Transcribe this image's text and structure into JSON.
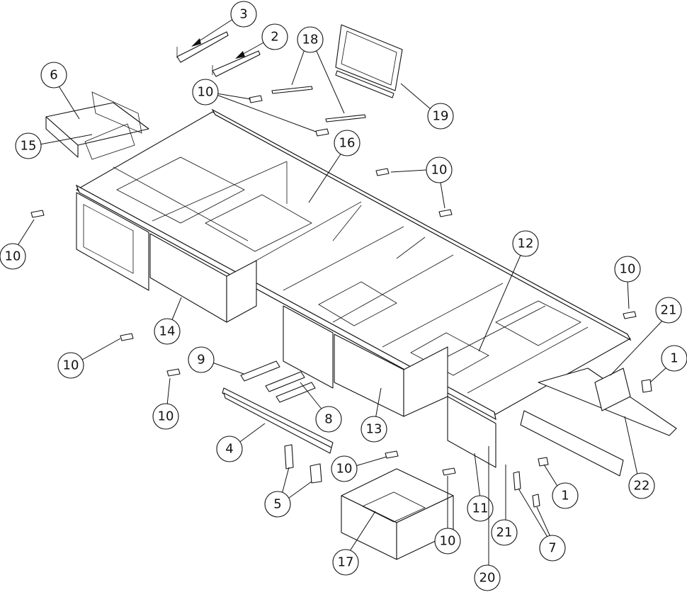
{
  "diagram": {
    "type": "exploded-parts-assembly",
    "callouts": [
      {
        "id": "c3",
        "label": "3"
      },
      {
        "id": "c2",
        "label": "2"
      },
      {
        "id": "c18",
        "label": "18"
      },
      {
        "id": "c6",
        "label": "6"
      },
      {
        "id": "c10a",
        "label": "10"
      },
      {
        "id": "c19",
        "label": "19"
      },
      {
        "id": "c15",
        "label": "15"
      },
      {
        "id": "c16",
        "label": "16"
      },
      {
        "id": "c10b",
        "label": "10"
      },
      {
        "id": "c10c",
        "label": "10"
      },
      {
        "id": "c12",
        "label": "12"
      },
      {
        "id": "c10d",
        "label": "10"
      },
      {
        "id": "c21a",
        "label": "21"
      },
      {
        "id": "c14",
        "label": "14"
      },
      {
        "id": "c1a",
        "label": "1"
      },
      {
        "id": "c10e",
        "label": "10"
      },
      {
        "id": "c9",
        "label": "9"
      },
      {
        "id": "c10f",
        "label": "10"
      },
      {
        "id": "c8",
        "label": "8"
      },
      {
        "id": "c13",
        "label": "13"
      },
      {
        "id": "c22",
        "label": "22"
      },
      {
        "id": "c4",
        "label": "4"
      },
      {
        "id": "c10g",
        "label": "10"
      },
      {
        "id": "c1b",
        "label": "1"
      },
      {
        "id": "c5",
        "label": "5"
      },
      {
        "id": "c11",
        "label": "11"
      },
      {
        "id": "c21b",
        "label": "21"
      },
      {
        "id": "c7",
        "label": "7"
      },
      {
        "id": "c10h",
        "label": "10"
      },
      {
        "id": "c17",
        "label": "17"
      },
      {
        "id": "c20",
        "label": "20"
      }
    ]
  }
}
